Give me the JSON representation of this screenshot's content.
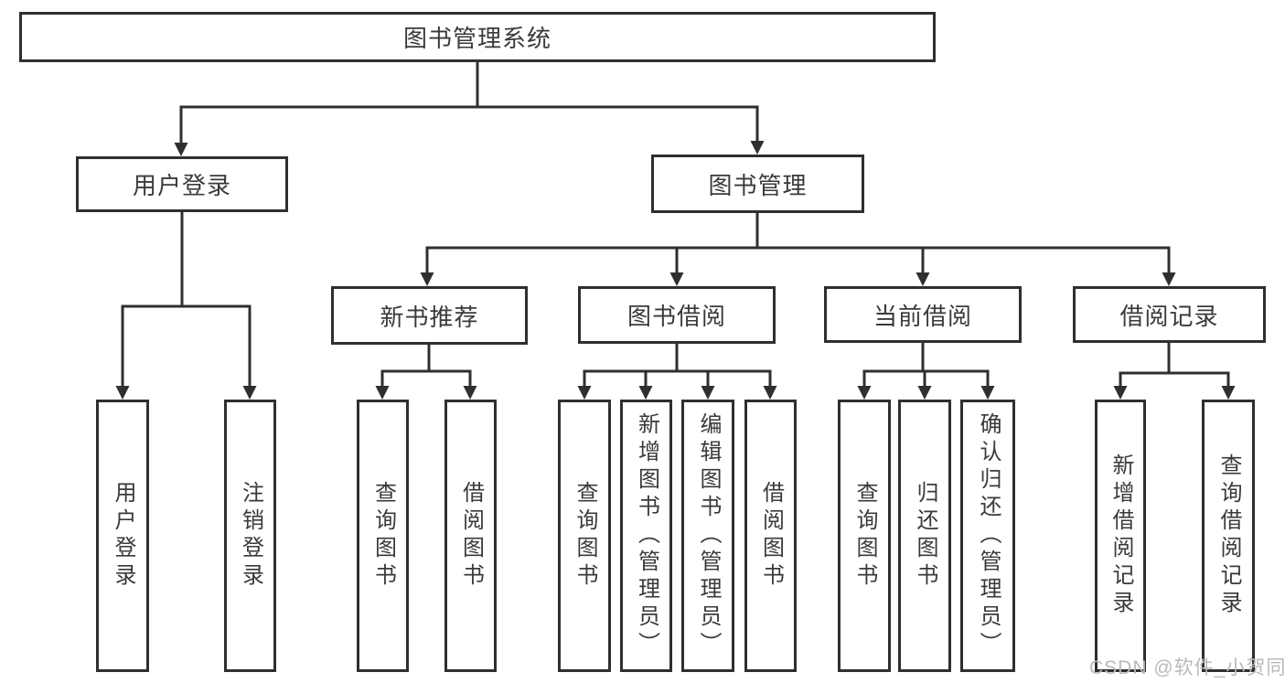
{
  "colors": {
    "line": "#2f2f2f",
    "box_border": "#2f2f2f",
    "text": "#3a3a3a",
    "watermark": "#b9b9b9",
    "background": "#ffffff"
  },
  "watermark": {
    "text": "CSDN @软件_小贺同学"
  },
  "diagram": {
    "root": {
      "label": "图书管理系统"
    },
    "branches": [
      {
        "label": "用户登录",
        "children": [
          {
            "label": "用户登录"
          },
          {
            "label": "注销登录"
          }
        ]
      },
      {
        "label": "图书管理",
        "children": [
          {
            "label": "新书推荐",
            "children": [
              {
                "label": "查询图书"
              },
              {
                "label": "借阅图书"
              }
            ]
          },
          {
            "label": "图书借阅",
            "children": [
              {
                "label": "查询图书"
              },
              {
                "label": "新增图书（管理员）"
              },
              {
                "label": "编辑图书（管理员）"
              },
              {
                "label": "借阅图书"
              }
            ]
          },
          {
            "label": "当前借阅",
            "children": [
              {
                "label": "查询图书"
              },
              {
                "label": "归还图书"
              },
              {
                "label": "确认归还（管理员）"
              }
            ]
          },
          {
            "label": "借阅记录",
            "children": [
              {
                "label": "新增借阅记录"
              },
              {
                "label": "查询借阅记录"
              }
            ]
          }
        ]
      }
    ]
  }
}
